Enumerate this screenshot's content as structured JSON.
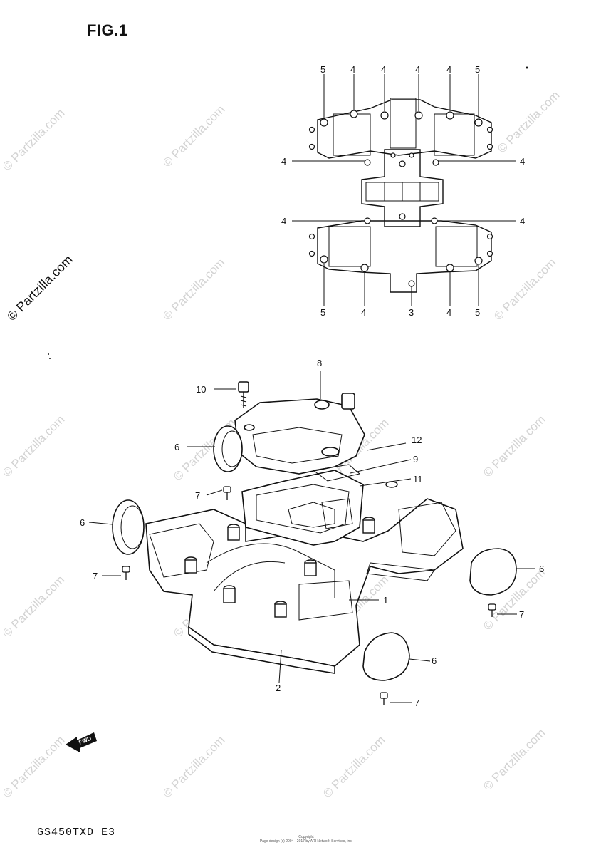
{
  "figure": {
    "title": "FIG.1",
    "model_code": "GS450TXD E3"
  },
  "copyright": {
    "line1": "Copyright",
    "line2": "Page design (c) 2004 - 2017 by ARI Network Services, Inc."
  },
  "watermark": {
    "text": "© Partzilla.com"
  },
  "callouts": {
    "top": {
      "upper_row": [
        "5",
        "4",
        "4",
        "4",
        "4",
        "5"
      ],
      "middle_left_a": "4",
      "middle_right_a": "4",
      "middle_left_b": "4",
      "middle_right_b": "4",
      "lower_row": [
        "5",
        "4",
        "3",
        "4",
        "5"
      ]
    },
    "bottom": {
      "p1": "1",
      "p2": "2",
      "p6a": "6",
      "p6b": "6",
      "p6c": "6",
      "p6d": "6",
      "p7a": "7",
      "p7b": "7",
      "p7c": "7",
      "p7d": "7",
      "p8": "8",
      "p9": "9",
      "p10": "10",
      "p11": "11",
      "p12": "12"
    }
  },
  "icons": {
    "forward_arrow": "fwd-arrow-icon",
    "forward_label": "FWD"
  }
}
